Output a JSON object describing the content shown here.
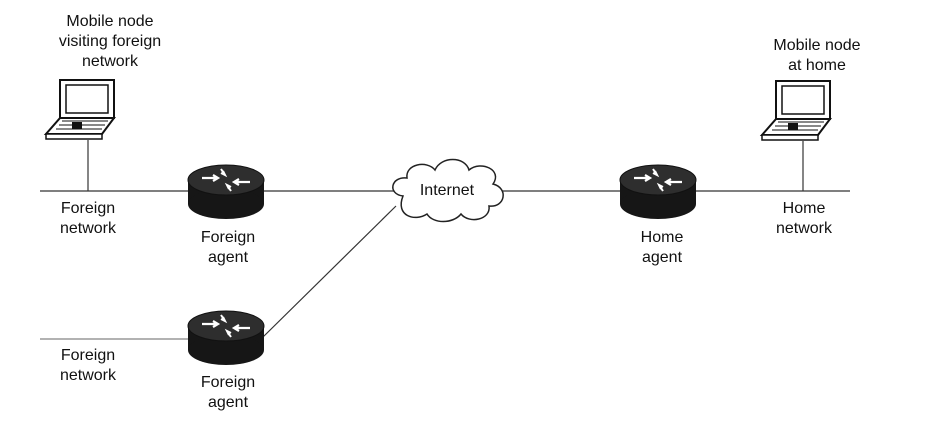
{
  "labels": {
    "mobile_visiting": [
      "Mobile node",
      "visiting foreign",
      "network"
    ],
    "mobile_home": [
      "Mobile node",
      "at home"
    ],
    "foreign_network_1": [
      "Foreign",
      "network"
    ],
    "foreign_network_2": [
      "Foreign",
      "network"
    ],
    "home_network": [
      "Home",
      "network"
    ],
    "foreign_agent_1": [
      "Foreign",
      "agent"
    ],
    "foreign_agent_2": [
      "Foreign",
      "agent"
    ],
    "home_agent": [
      "Home",
      "agent"
    ],
    "internet": "Internet"
  },
  "icons": {
    "laptop": "laptop-icon",
    "router": "router-icon",
    "cloud": "cloud-icon"
  },
  "colors": {
    "line": "#333333",
    "router_body": "#1a1a1a",
    "router_top": "#2b2b2b",
    "text": "#111111"
  }
}
